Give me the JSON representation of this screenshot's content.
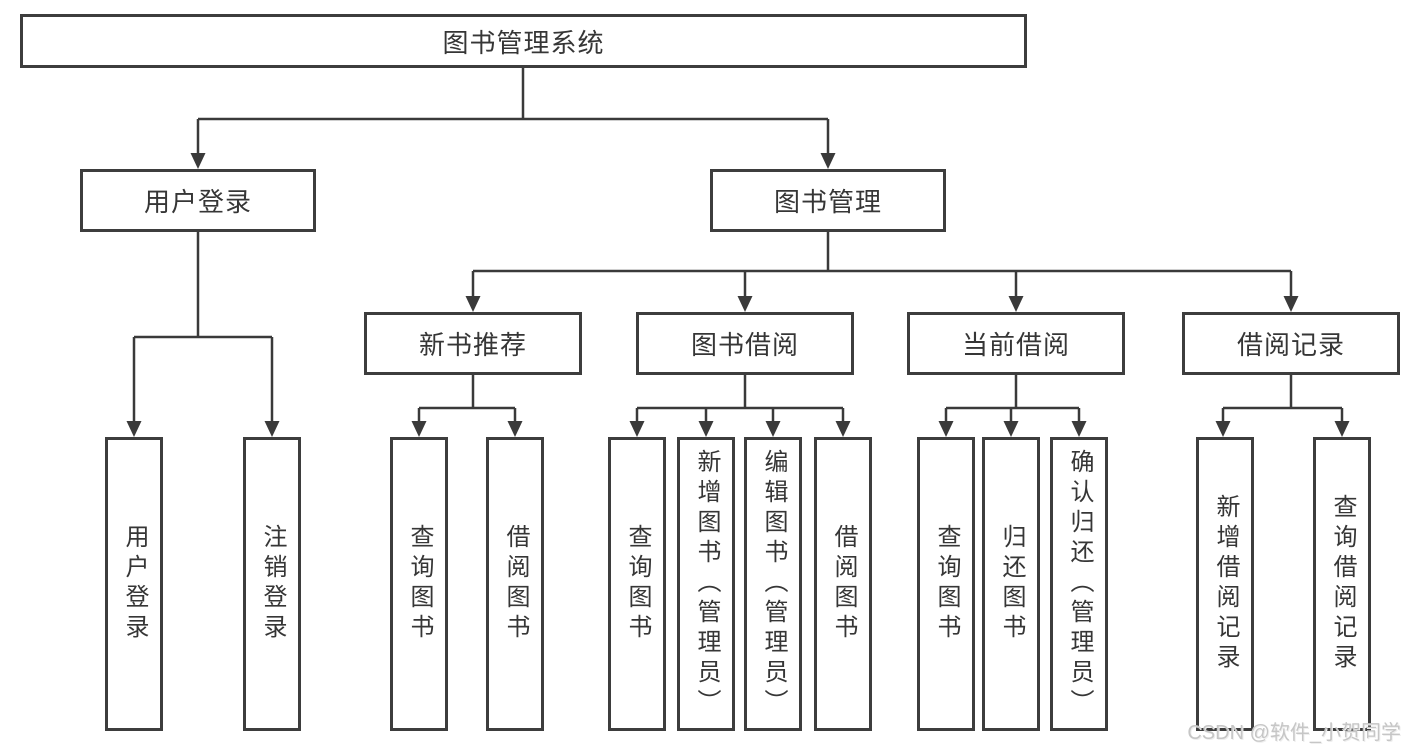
{
  "tree": {
    "root_label": "图书管理系统",
    "login": {
      "label": "用户登录",
      "children": [
        {
          "label": "用户登录"
        },
        {
          "label": "注销登录"
        }
      ]
    },
    "mgmt": {
      "label": "图书管理",
      "sections": [
        {
          "label": "新书推荐",
          "children": [
            {
              "label": "查询图书"
            },
            {
              "label": "借阅图书"
            }
          ]
        },
        {
          "label": "图书借阅",
          "children": [
            {
              "label": "查询图书"
            },
            {
              "label": "新增图书（管理员）"
            },
            {
              "label": "编辑图书（管理员）"
            },
            {
              "label": "借阅图书"
            }
          ]
        },
        {
          "label": "当前借阅",
          "children": [
            {
              "label": "查询图书"
            },
            {
              "label": "归还图书"
            },
            {
              "label": "确认归还（管理员）"
            }
          ]
        },
        {
          "label": "借阅记录",
          "children": [
            {
              "label": "新增借阅记录"
            },
            {
              "label": "查询借阅记录"
            }
          ]
        }
      ]
    },
    "watermark": "CSDN @软件_小贺同学",
    "colors": {
      "line": "#3a3a3a",
      "border": "#3d3d3d",
      "text": "#363636",
      "watermark": "#c6c6c6",
      "background": "#ffffff"
    }
  }
}
